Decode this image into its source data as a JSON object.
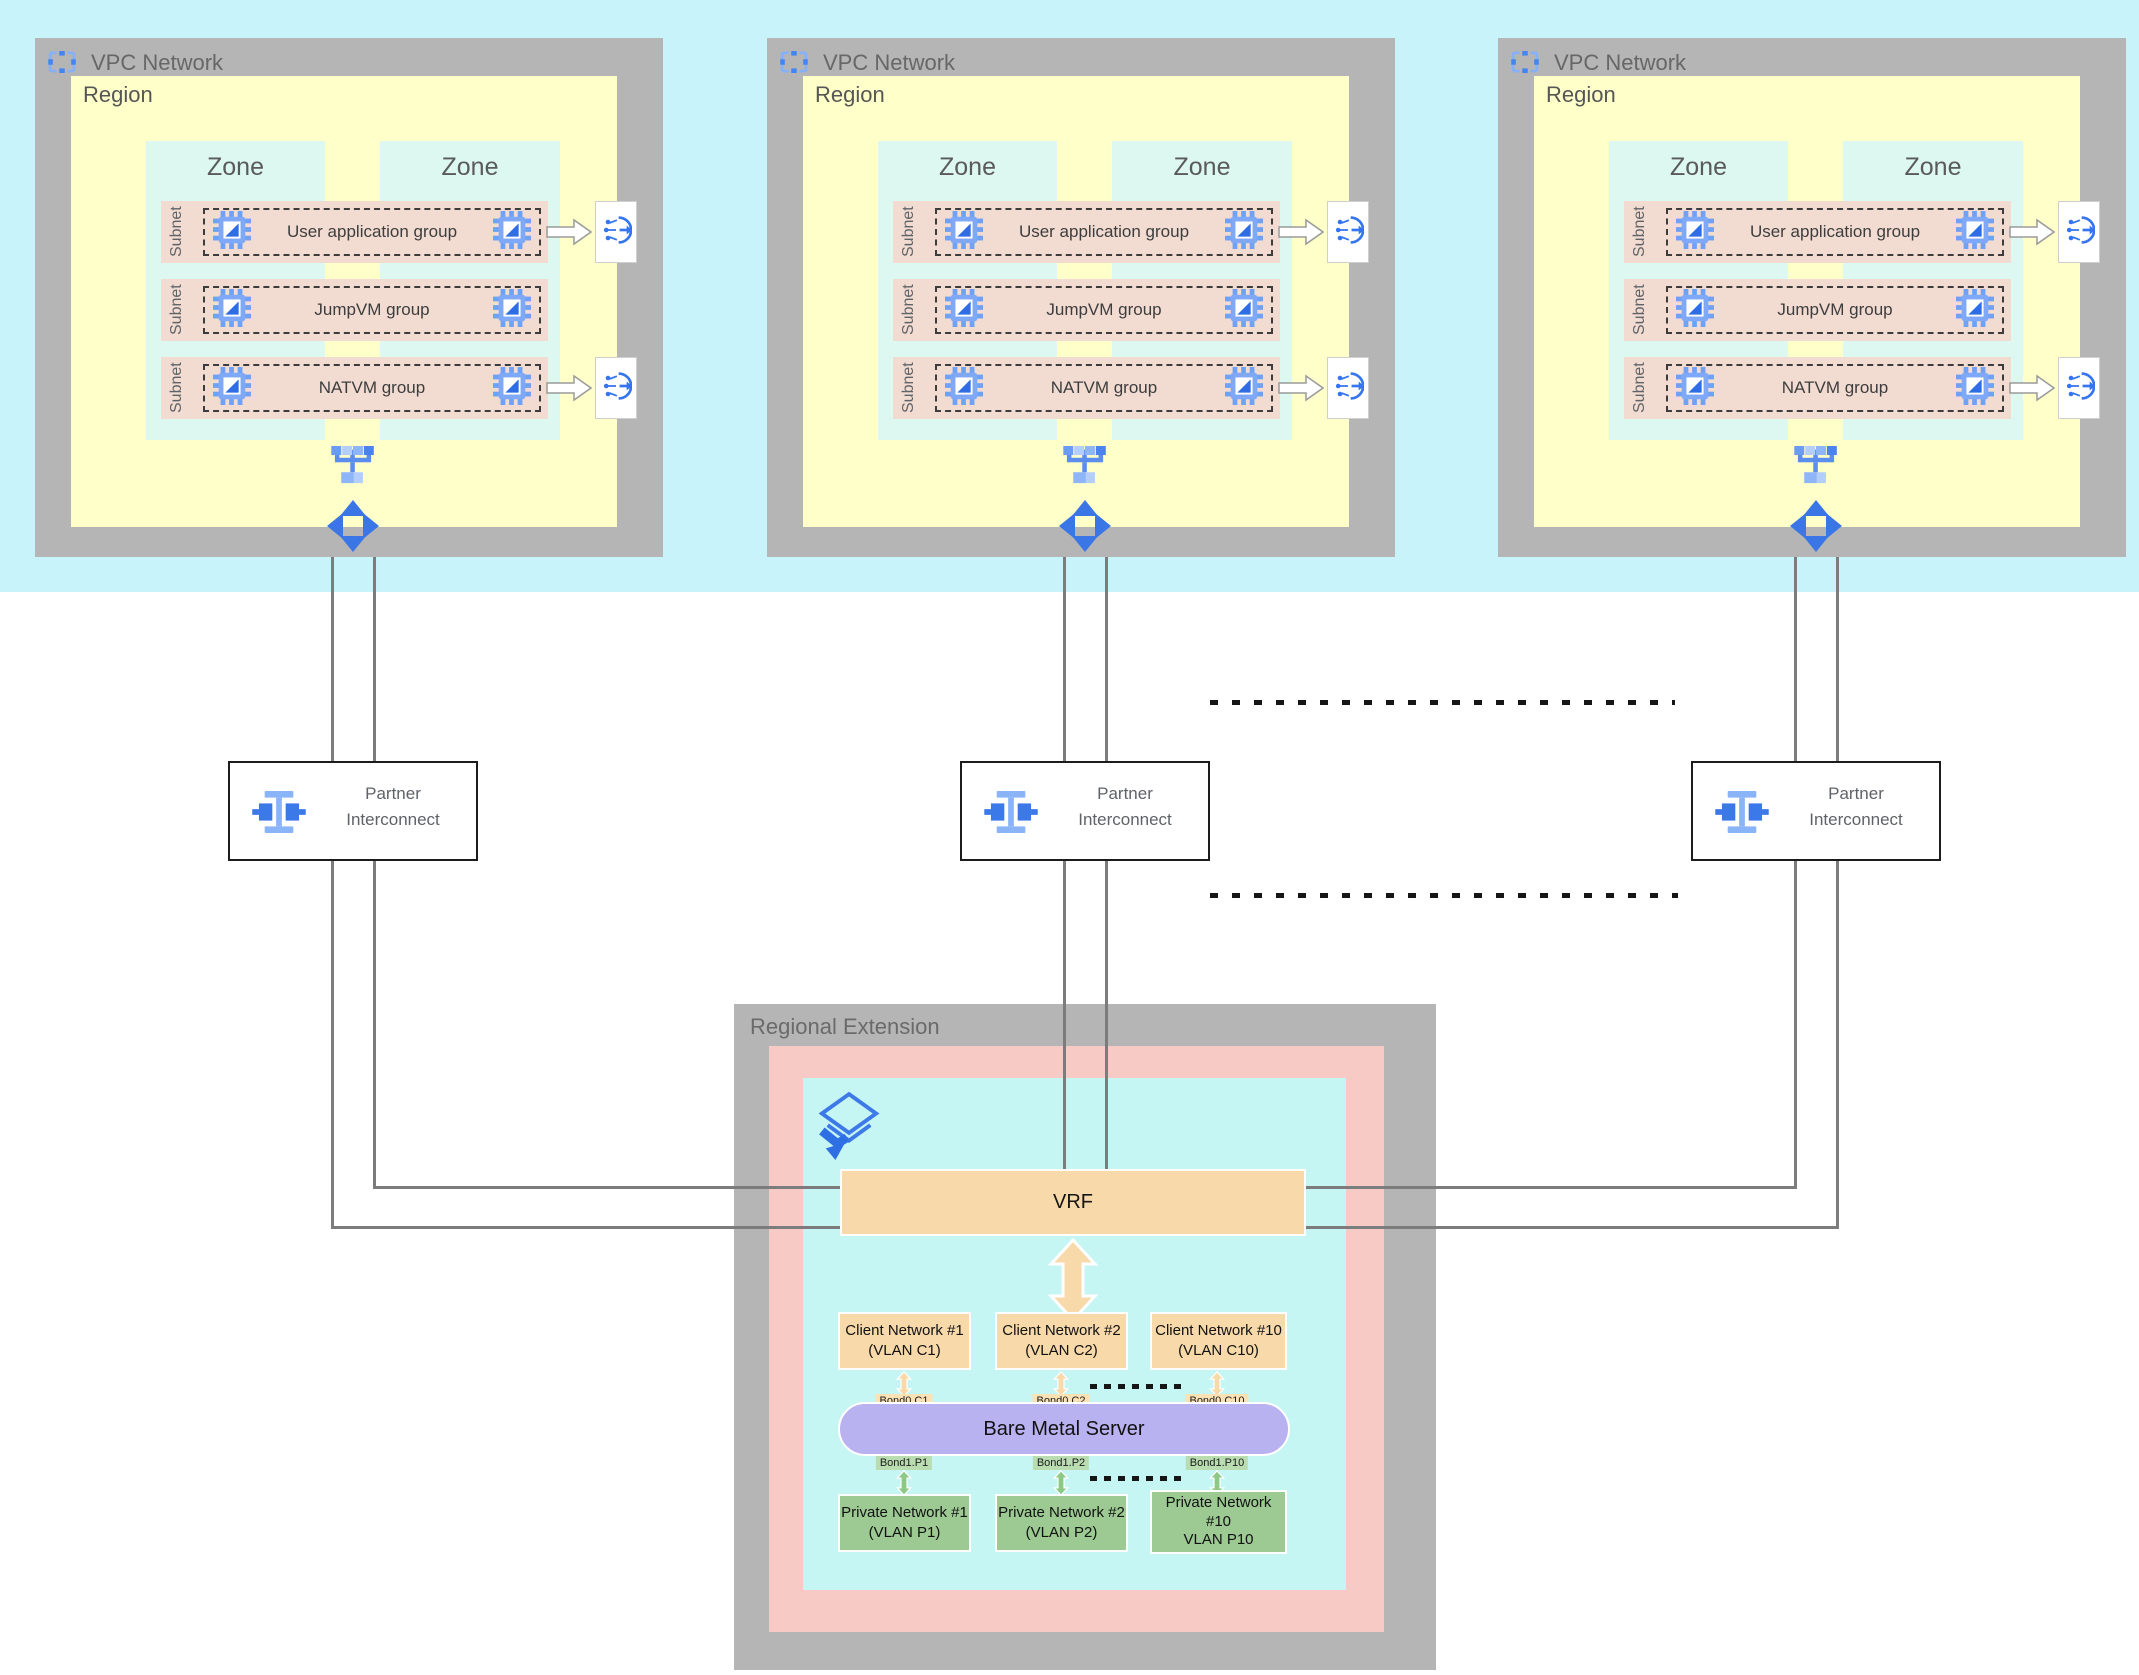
{
  "vpc": {
    "title": "VPC Network",
    "region_label": "Region",
    "zone_label": "Zone",
    "subnet_label": "Subnet",
    "groups": [
      "User application group",
      "JumpVM group",
      "NATVM group"
    ]
  },
  "partner_interconnect": {
    "label": "Partner Interconnect"
  },
  "regional_extension": {
    "title": "Regional Extension",
    "vrf_label": "VRF",
    "bare_metal_server_label": "Bare Metal Server",
    "client_networks": [
      {
        "line1": "Client Network #1",
        "line2": "(VLAN C1)",
        "bond": "Bond0.C1"
      },
      {
        "line1": "Client Network #2",
        "line2": "(VLAN C2)",
        "bond": "Bond0.C2"
      },
      {
        "line1": "Client Network #10",
        "line2": "(VLAN C10)",
        "bond": "Bond0.C10"
      }
    ],
    "private_networks": [
      {
        "line1": "Private Network #1",
        "line2": "(VLAN P1)",
        "bond": "Bond1.P1"
      },
      {
        "line1": "Private Network #2",
        "line2": "(VLAN P2)",
        "bond": "Bond1.P2"
      },
      {
        "line1": "Private Network",
        "line2": "#10",
        "line3": "VLAN P10",
        "bond": "Bond1.P10"
      }
    ]
  },
  "icons": {
    "vpc-network-icon": "corner-bracket square",
    "compute-chip-icon": "vm chip",
    "load-balancer-icon": "arc with nodes and right arrow",
    "network-switch-icon": "switch tree",
    "traffic-arrows-icon": "four-way arrows",
    "partner-interconnect-icon": "i-beam connector",
    "stacked-layers-icon": "stacked diamonds"
  },
  "colors": {
    "accent_blue": "#4285f4",
    "top_band_cyan": "#c9f3fb",
    "container_gray": "#b5b5b5",
    "region_yellow": "#ffffc9",
    "zone_cyan": "#dcf8f0",
    "subnet_pink": "#f2dcd2",
    "re_pink": "#f8cac6",
    "re_cyan": "#c5f6f4",
    "orange": "#f8d9a9",
    "green": "#9cca92",
    "lavender": "#b8b2f1"
  }
}
